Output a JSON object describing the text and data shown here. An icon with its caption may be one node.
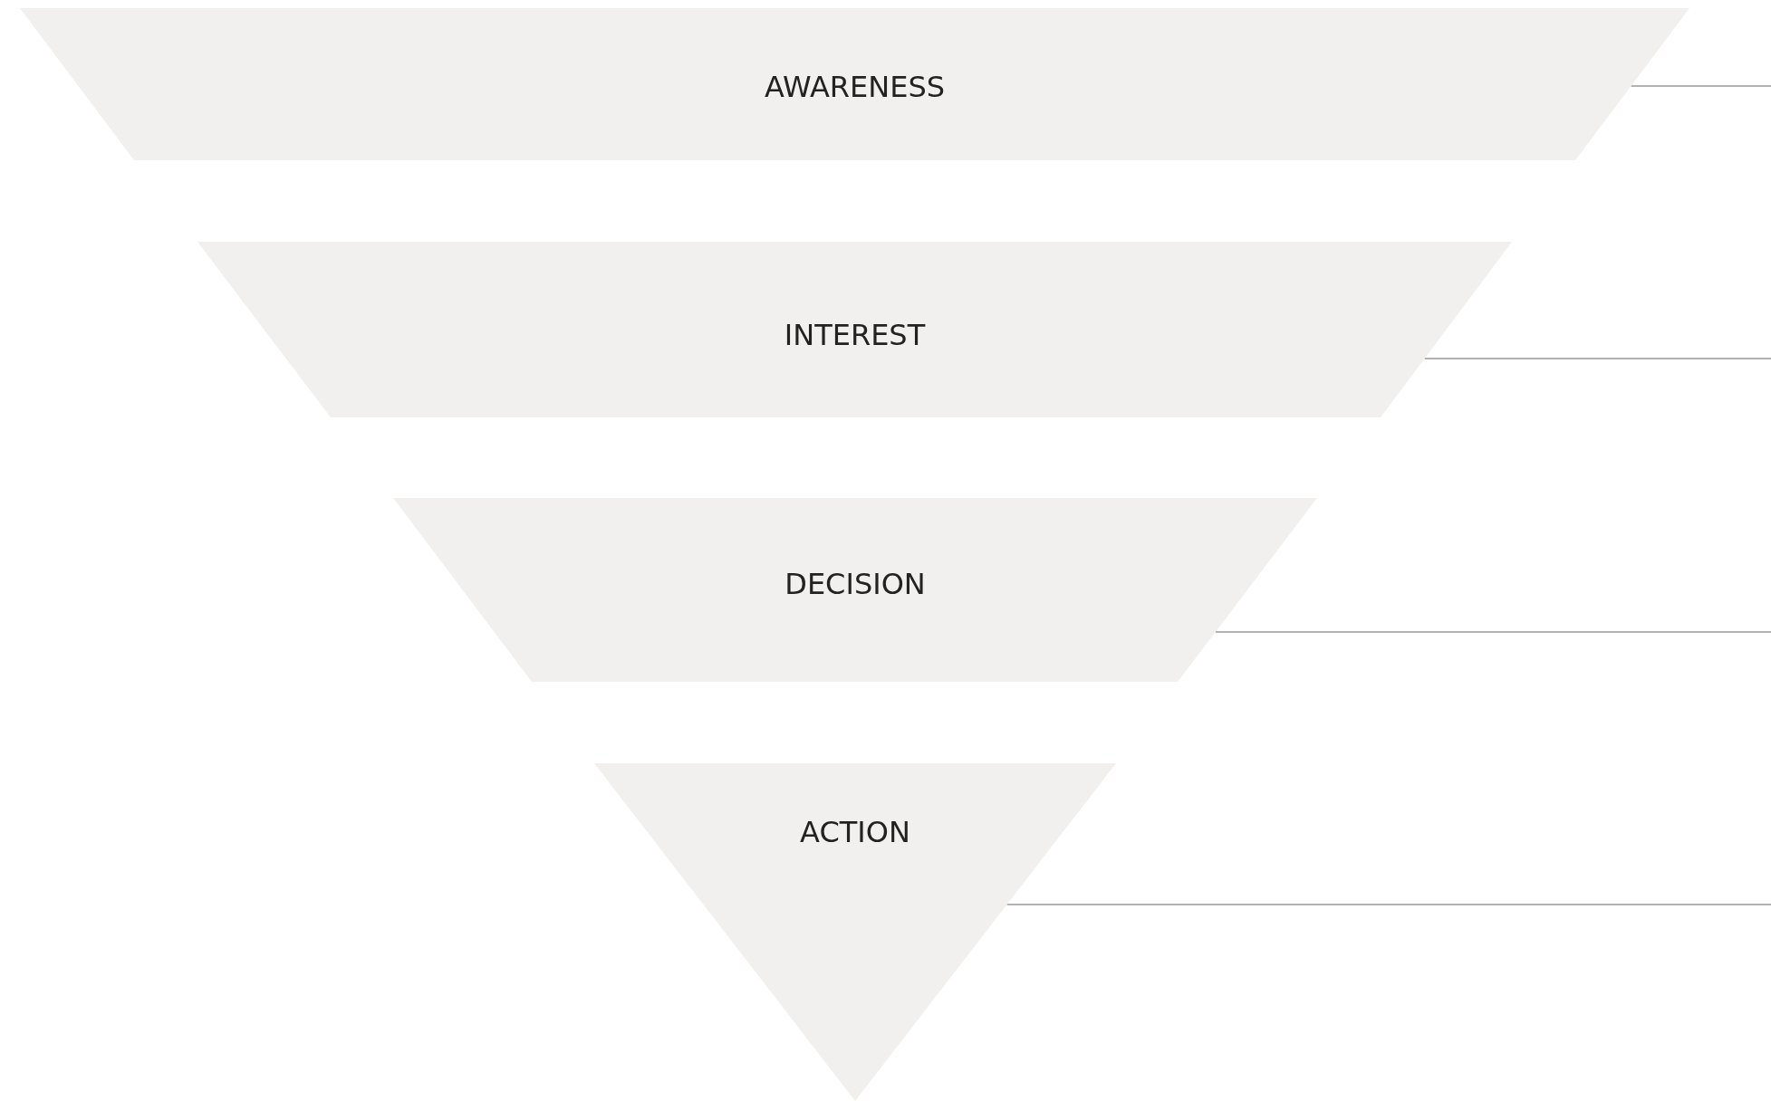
{
  "diagram": {
    "nodes": [
      {
        "text": [
          "AWARENESS"
        ]
      },
      {
        "text": [
          "INTEREST"
        ]
      },
      {
        "text": [
          "DECISION"
        ]
      },
      {
        "text": [
          "ACTION"
        ]
      }
    ],
    "edges": [
      {
        "from": 0,
        "to": null,
        "arrow": "none"
      },
      {
        "from": 1,
        "to": null,
        "arrow": "none"
      },
      {
        "from": 2,
        "to": null,
        "arrow": "none"
      },
      {
        "from": 3,
        "to": null,
        "arrow": "none"
      }
    ]
  }
}
